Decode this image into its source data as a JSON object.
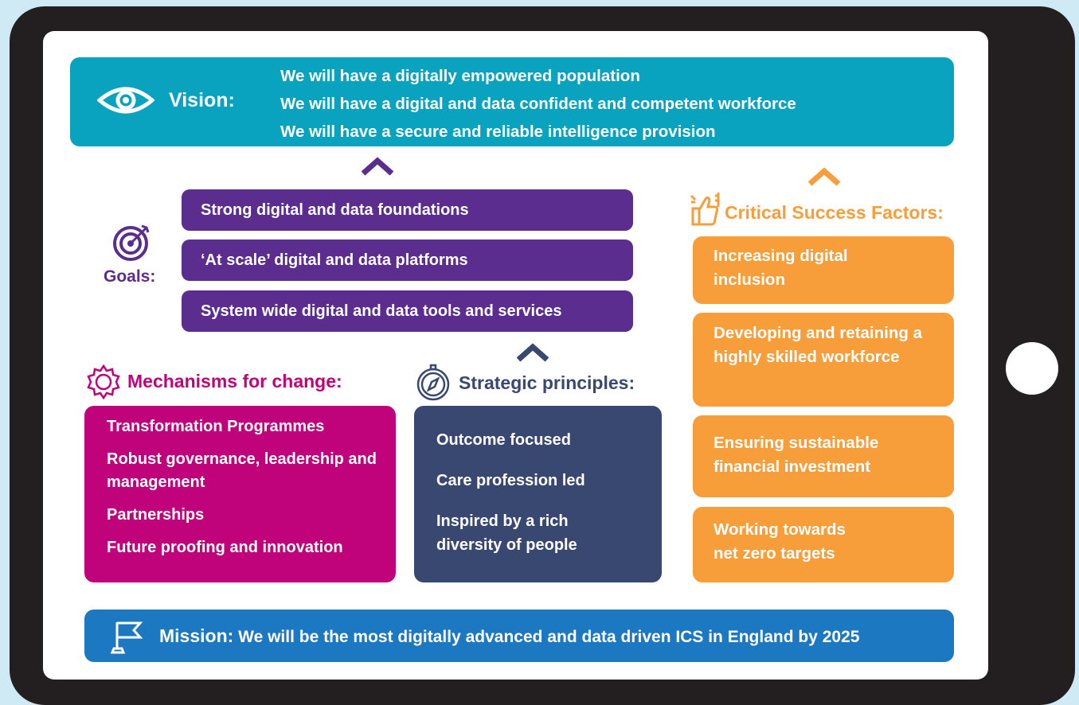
{
  "vision": {
    "label": "Vision:",
    "lines": [
      "We will have a digitally empowered population",
      "We will have a digital and data confident and competent workforce",
      "We will have a secure and reliable intelligence provision"
    ]
  },
  "goals": {
    "label": "Goals:",
    "items": [
      "Strong digital and data foundations",
      "‘At scale’ digital and data platforms",
      "System wide digital and data tools and services"
    ]
  },
  "mechanisms": {
    "title": "Mechanisms for change:",
    "items": [
      "Transformation Programmes",
      "Robust governance, leadership and management",
      "Partnerships",
      "Future proofing and innovation"
    ]
  },
  "principles": {
    "title": "Strategic principles:",
    "items": [
      "Outcome focused",
      "Care profession led",
      "Inspired by a rich diversity of people"
    ]
  },
  "success_factors": {
    "title": "Critical Success Factors:",
    "items": [
      "Increasing digital inclusion",
      "Developing and retaining a highly skilled workforce",
      "Ensuring sustainable financial investment",
      "Working towards net zero targets"
    ]
  },
  "mission": {
    "label": "Mission:",
    "text": "We will be the most digitally advanced and data driven ICS in England by 2025"
  },
  "colors": {
    "vision": "#0aa3bf",
    "goals": "#5b2d8e",
    "mechanisms": "#c0037b",
    "principles": "#384871",
    "success_factors": "#f79e3b",
    "mission": "#1c78c0",
    "background": "#cfeaf5",
    "tablet": "#231f20"
  },
  "icons": [
    "eye-icon",
    "target-icon",
    "gear-icon",
    "compass-icon",
    "thumbs-up-icon",
    "flag-icon",
    "chevron-up-icon"
  ]
}
